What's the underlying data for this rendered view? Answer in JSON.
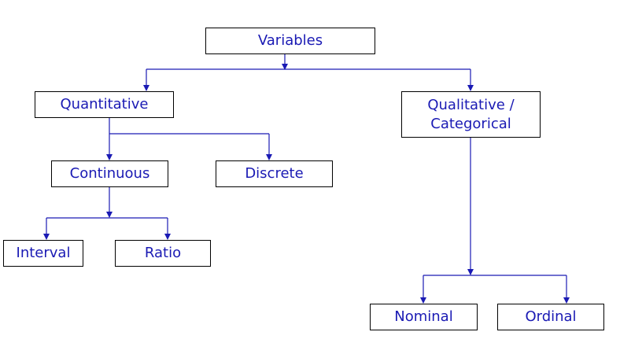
{
  "diagram": {
    "line_color": "#1a1ab4",
    "text_color": "#1a1ab4",
    "border_color": "#000000",
    "nodes": {
      "variables": {
        "label": "Variables"
      },
      "quantitative": {
        "label": "Quantitative"
      },
      "qualitative": {
        "label_line1": "Qualitative /",
        "label_line2": "Categorical"
      },
      "continuous": {
        "label": "Continuous"
      },
      "discrete": {
        "label": "Discrete"
      },
      "interval": {
        "label": "Interval"
      },
      "ratio": {
        "label": "Ratio"
      },
      "nominal": {
        "label": "Nominal"
      },
      "ordinal": {
        "label": "Ordinal"
      }
    },
    "edges": [
      {
        "from": "variables",
        "to": "quantitative"
      },
      {
        "from": "variables",
        "to": "qualitative"
      },
      {
        "from": "quantitative",
        "to": "continuous"
      },
      {
        "from": "quantitative",
        "to": "discrete"
      },
      {
        "from": "continuous",
        "to": "interval"
      },
      {
        "from": "continuous",
        "to": "ratio"
      },
      {
        "from": "qualitative",
        "to": "nominal"
      },
      {
        "from": "qualitative",
        "to": "ordinal"
      }
    ]
  }
}
